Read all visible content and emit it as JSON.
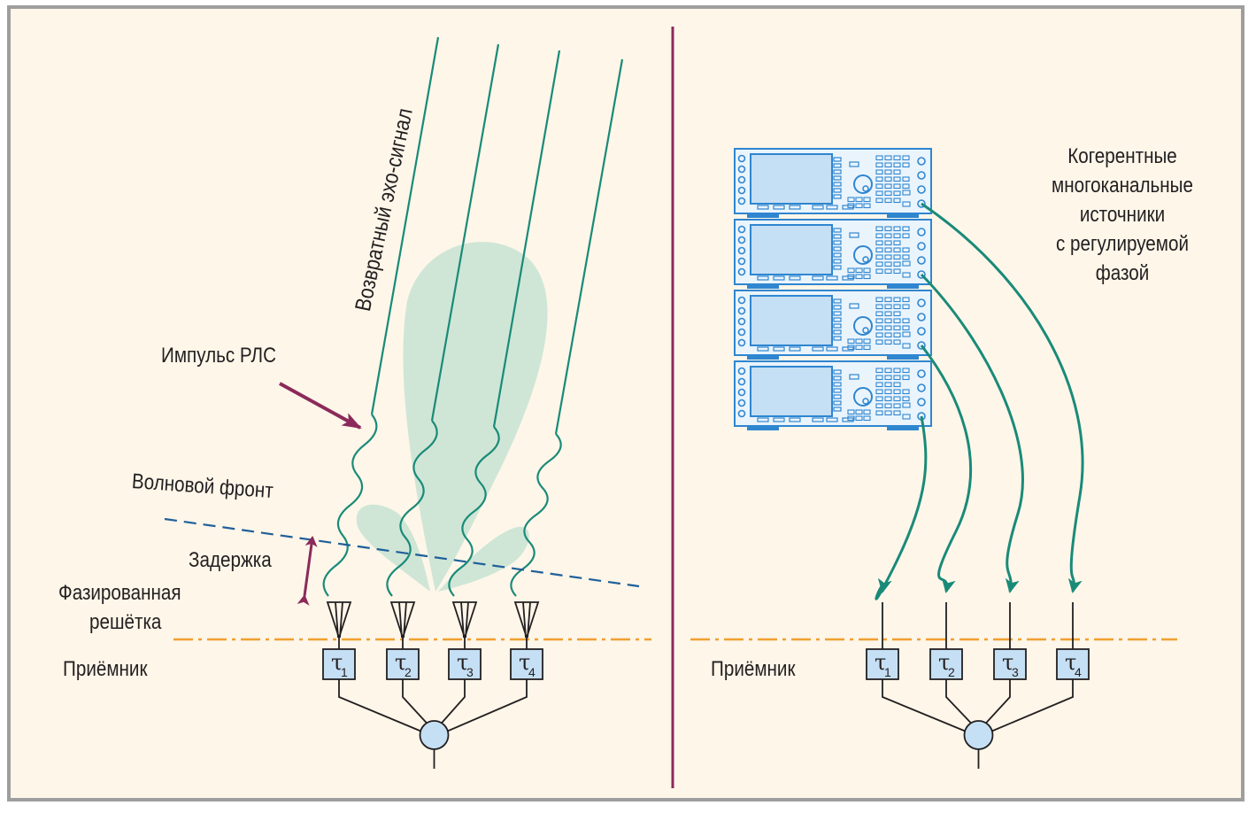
{
  "colors": {
    "background": "#fdf6e9",
    "frame": "#9e9e9e",
    "divider": "#8b2a5a",
    "signal": "#1a8a78",
    "beam": "#cfe6d6",
    "wavefront": "#1f5f9a",
    "delay_arrow": "#8b2a5a",
    "dashdot": "#f0a030",
    "box_fill": "#c5dff4",
    "instrument": "#2f86d0",
    "instrument_fill": "#eaf4fc",
    "screen": "#c5dff4",
    "stroke": "#231f20"
  },
  "left_panel": {
    "labels": {
      "echo": "Возвратный эхо-сигнал",
      "pulse": "Импульс РЛС",
      "wavefront": "Волновой фронт",
      "delay": "Задержка",
      "array_line1": "Фазированная",
      "array_line2": "решётка",
      "receiver": "Приёмник"
    },
    "elements": [
      {
        "symbol": "τ",
        "index": "1"
      },
      {
        "symbol": "τ",
        "index": "2"
      },
      {
        "symbol": "τ",
        "index": "3"
      },
      {
        "symbol": "τ",
        "index": "4"
      }
    ]
  },
  "right_panel": {
    "labels": {
      "sources": [
        "Когерентные",
        "многоканальные",
        "источники",
        "с регулируемой",
        "фазой"
      ],
      "receiver": "Приёмник"
    },
    "instruments_count": 4,
    "elements": [
      {
        "symbol": "τ",
        "index": "1"
      },
      {
        "symbol": "τ",
        "index": "2"
      },
      {
        "symbol": "τ",
        "index": "3"
      },
      {
        "symbol": "τ",
        "index": "4"
      }
    ]
  }
}
